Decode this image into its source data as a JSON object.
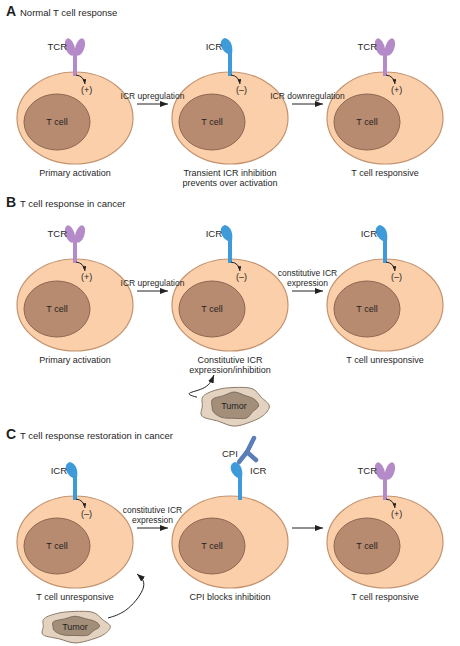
{
  "diagram": {
    "nodes": [
      {
        "text": [
          "TCR",
          "(+)",
          "Primary activation"
        ]
      },
      {
        "text": [
          "T cell"
        ],
        "in": 0
      },
      {
        "text": [
          "ICR",
          "(–)",
          "Transient ICR inhibition prevents over activation"
        ]
      },
      {
        "text": [
          "T cell"
        ],
        "in": 2
      },
      {
        "text": [
          "TCR",
          "(+)",
          "T cell responsive"
        ]
      },
      {
        "text": [
          "T cell"
        ],
        "in": 4
      },
      {
        "text": [
          "TCR",
          "(+)",
          "Primary activation"
        ]
      },
      {
        "text": [
          "T cell"
        ],
        "in": 6
      },
      {
        "text": [
          "ICR",
          "(–)",
          "Constitutive ICR expression/inhibition"
        ]
      },
      {
        "text": [
          "T cell"
        ],
        "in": 8
      },
      {
        "text": [
          "ICR",
          "(–)",
          "T cell unresponsive"
        ]
      },
      {
        "text": [
          "T cell"
        ],
        "in": 10
      },
      {
        "text": [
          "Tumor"
        ]
      },
      {
        "text": [
          "ICR",
          "(–)",
          "T cell unresponsive"
        ]
      },
      {
        "text": [
          "T cell"
        ],
        "in": 13
      },
      {
        "text": [
          "ICR",
          "CPI blocks inhibition"
        ]
      },
      {
        "text": [
          "T cell"
        ],
        "in": 15
      },
      {
        "text": [
          "TCR",
          "(+)",
          "T cell responsive"
        ]
      },
      {
        "text": [
          "T cell"
        ],
        "in": 17
      },
      {
        "text": [
          "Tumor"
        ]
      }
    ],
    "edges": [
      {
        "from": 0,
        "to": 2,
        "label": "ICR upregulation",
        "arrow": "to"
      },
      {
        "from": 2,
        "to": 4,
        "label": "ICR downregulation",
        "arrow": "to"
      },
      {
        "from": 6,
        "to": 8,
        "label": "ICR upregulation",
        "arrow": "to"
      },
      {
        "from": 8,
        "to": 10,
        "label": "constitutive ICR expression",
        "arrow": "to"
      },
      {
        "from": 12,
        "to": 8,
        "arrow": "to"
      },
      {
        "from": 13,
        "to": 15,
        "label": "constitutive ICR expression",
        "arrow": "to"
      },
      {
        "from": 19,
        "to": 13,
        "arrow": "to"
      },
      {
        "from": 15,
        "to": 17,
        "arrow": "to"
      }
    ],
    "labels": [
      "A",
      "Normal T cell response",
      "B",
      "T cell response in cancer",
      "C",
      "T cell response restoration in cancer",
      "CPI"
    ]
  }
}
